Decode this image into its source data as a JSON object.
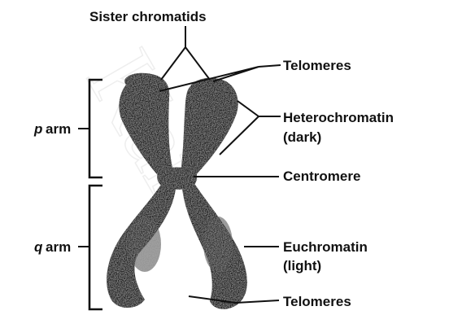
{
  "labels": {
    "sister_chromatids": "Sister chromatids",
    "telomeres_top": "Telomeres",
    "heterochromatin": "Heterochromatin",
    "heterochromatin_note": "(dark)",
    "centromere": "Centromere",
    "euchromatin": "Euchromatin",
    "euchromatin_note": "(light)",
    "telomeres_bottom": "Telomeres",
    "p_arm_letter": "p",
    "p_arm_word": "arm",
    "q_arm_letter": "q",
    "q_arm_word": "arm"
  },
  "watermark": "Kar",
  "colors": {
    "chromosome": "#1a1a1a",
    "chromosome_highlight": "#4a4a4a",
    "lines": "#111111",
    "watermark": "#eeeeee"
  }
}
